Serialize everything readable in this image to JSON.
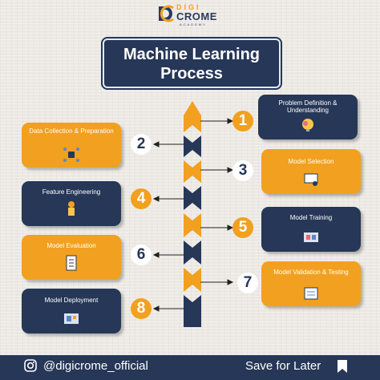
{
  "logo": {
    "top": "DIGI",
    "main": "CROME",
    "sub": "ACADEMY"
  },
  "title": {
    "line1": "Machine Learning",
    "line2": "Process"
  },
  "steps": [
    {
      "number": "1",
      "label": "Problem Definition & Understanding",
      "icon": "lightbulb-head-icon"
    },
    {
      "number": "2",
      "label": "Data Collection & Preparation",
      "icon": "data-network-icon"
    },
    {
      "number": "3",
      "label": "Model Selection",
      "icon": "presentation-board-icon"
    },
    {
      "number": "4",
      "label": "Feature Engineering",
      "icon": "engineer-icon"
    },
    {
      "number": "5",
      "label": "Model Training",
      "icon": "training-monitor-icon"
    },
    {
      "number": "6",
      "label": "Model Evaluation",
      "icon": "checklist-icon"
    },
    {
      "number": "7",
      "label": "Model Validation & Testing",
      "icon": "testing-screen-icon"
    },
    {
      "number": "8",
      "label": "Model Deployment",
      "icon": "deployment-icon"
    }
  ],
  "footer": {
    "handle": "@digicrome_official",
    "save": "Save for Later",
    "icons": [
      "instagram-icon",
      "bookmark-icon"
    ]
  },
  "colors": {
    "navy": "#263757",
    "orange": "#f2a01f",
    "background": "#ece9e4"
  }
}
